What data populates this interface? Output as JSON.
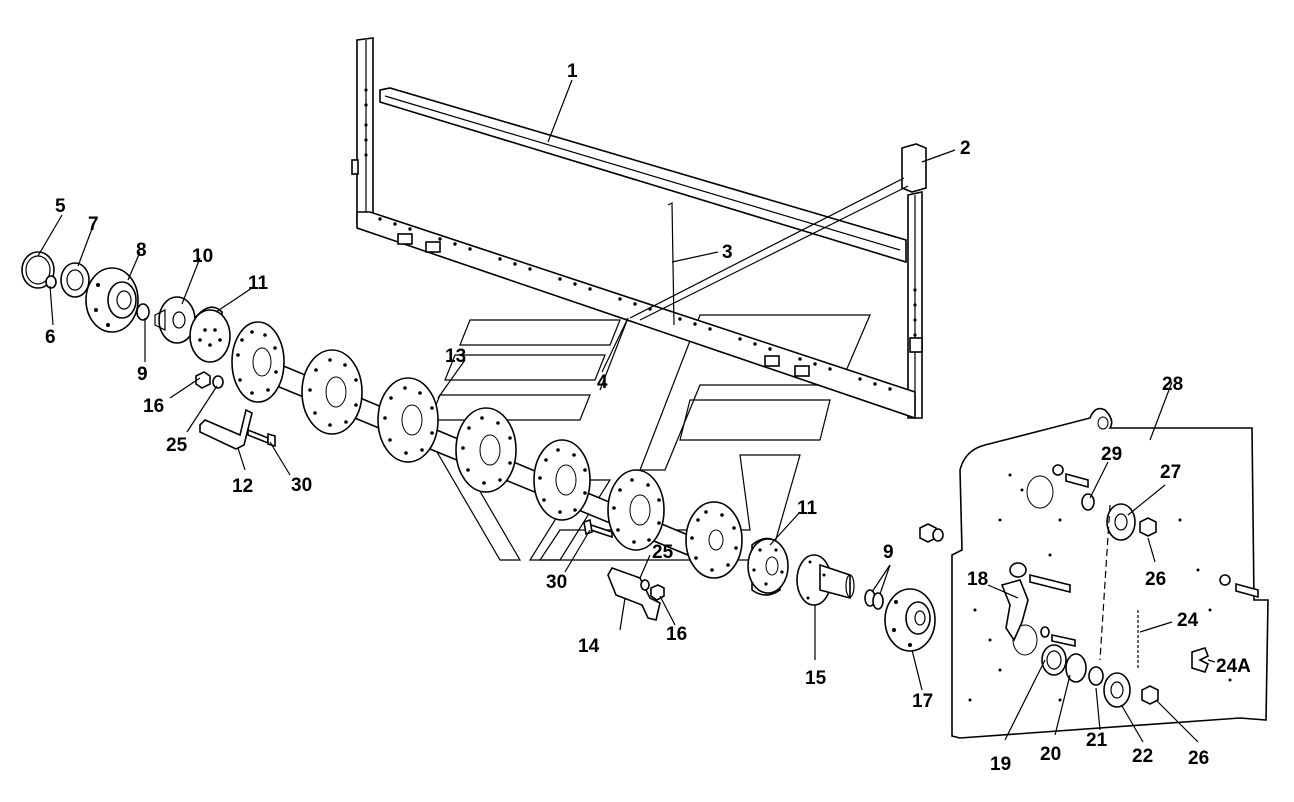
{
  "callouts": [
    {
      "id": "c1",
      "text": "1"
    },
    {
      "id": "c2",
      "text": "2"
    },
    {
      "id": "c3",
      "text": "3"
    },
    {
      "id": "c4",
      "text": "4"
    },
    {
      "id": "c5",
      "text": "5"
    },
    {
      "id": "c6",
      "text": "6"
    },
    {
      "id": "c7",
      "text": "7"
    },
    {
      "id": "c8",
      "text": "8"
    },
    {
      "id": "c9a",
      "text": "9"
    },
    {
      "id": "c9b",
      "text": "9"
    },
    {
      "id": "c10",
      "text": "10"
    },
    {
      "id": "c11a",
      "text": "11"
    },
    {
      "id": "c11b",
      "text": "11"
    },
    {
      "id": "c12",
      "text": "12"
    },
    {
      "id": "c13",
      "text": "13"
    },
    {
      "id": "c14",
      "text": "14"
    },
    {
      "id": "c15",
      "text": "15"
    },
    {
      "id": "c16a",
      "text": "16"
    },
    {
      "id": "c16b",
      "text": "16"
    },
    {
      "id": "c17",
      "text": "17"
    },
    {
      "id": "c18",
      "text": "18"
    },
    {
      "id": "c19",
      "text": "19"
    },
    {
      "id": "c20",
      "text": "20"
    },
    {
      "id": "c21",
      "text": "21"
    },
    {
      "id": "c22",
      "text": "22"
    },
    {
      "id": "c24",
      "text": "24"
    },
    {
      "id": "c24A",
      "text": "24A"
    },
    {
      "id": "c25a",
      "text": "25"
    },
    {
      "id": "c25b",
      "text": "25"
    },
    {
      "id": "c26a",
      "text": "26"
    },
    {
      "id": "c26b",
      "text": "26"
    },
    {
      "id": "c27",
      "text": "27"
    },
    {
      "id": "c28",
      "text": "28"
    },
    {
      "id": "c29",
      "text": "29"
    },
    {
      "id": "c30a",
      "text": "30"
    },
    {
      "id": "c30b",
      "text": "30"
    }
  ]
}
